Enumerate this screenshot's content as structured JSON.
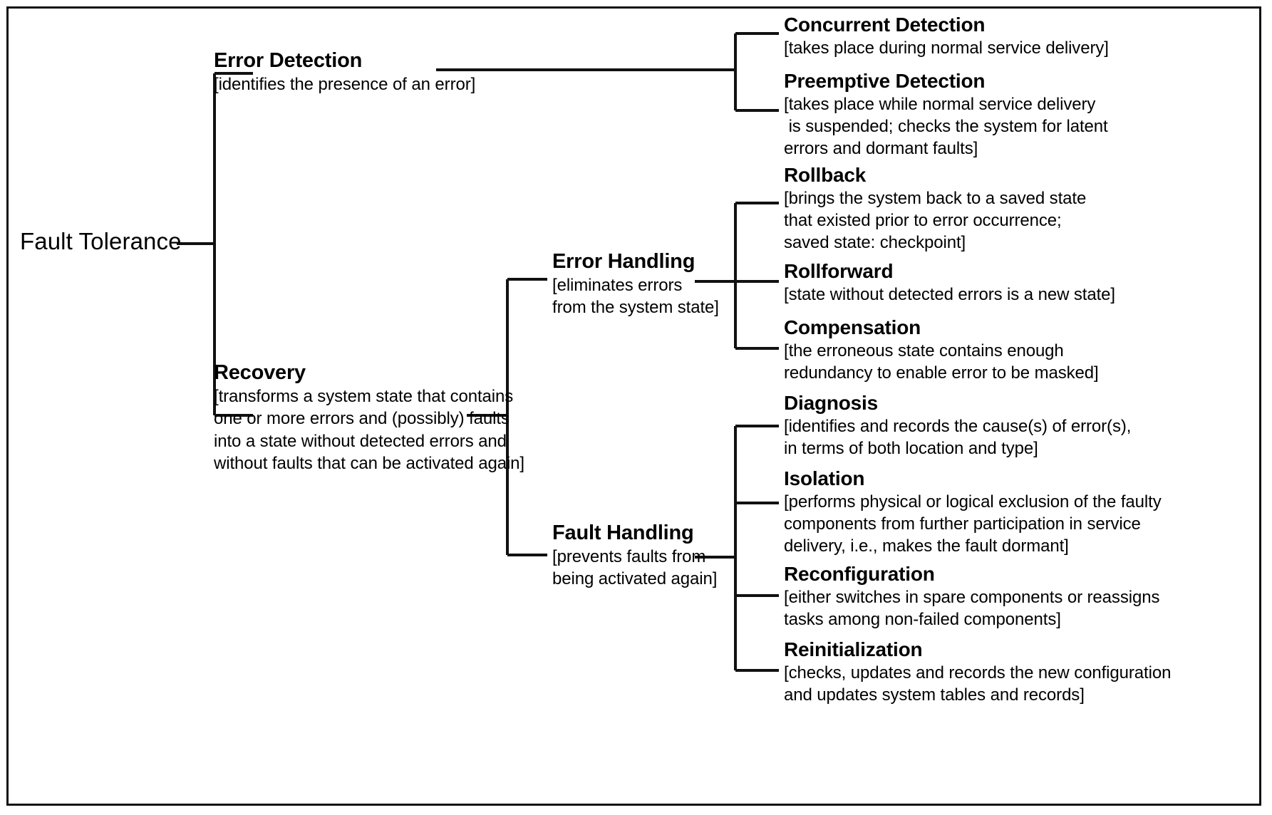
{
  "diagram": {
    "title": "Fault Tolerance",
    "line_color": "#111111",
    "background": "#ffffff",
    "text_color": "#000000"
  },
  "root": {
    "label": "Fault Tolerance"
  },
  "level1": [
    {
      "key": "error_detection",
      "title": "Error Detection",
      "desc": "[identifies the presence of an error]"
    },
    {
      "key": "recovery",
      "title": "Recovery",
      "desc": "[transforms a system state that contains\none or more errors and (possibly) faults\ninto a state without detected errors and\nwithout faults that can be activated again]"
    }
  ],
  "level2": [
    {
      "key": "error_handling",
      "title": "Error Handling",
      "desc": "[eliminates errors\nfrom the system state]"
    },
    {
      "key": "fault_handling",
      "title": "Fault Handling",
      "desc": "[prevents faults from\nbeing activated again]"
    }
  ],
  "leaves": {
    "error_detection": [
      {
        "key": "concurrent_detection",
        "title": "Concurrent Detection",
        "desc": "[takes place during normal service delivery]"
      },
      {
        "key": "preemptive_detection",
        "title": "Preemptive Detection",
        "desc": "[takes place while normal service delivery\n is suspended; checks the system for latent\nerrors and dormant faults]"
      }
    ],
    "error_handling": [
      {
        "key": "rollback",
        "title": "Rollback",
        "desc": "[brings the system back to a saved state\nthat existed prior to error occurrence;\nsaved state: checkpoint]"
      },
      {
        "key": "rollforward",
        "title": "Rollforward",
        "desc": "[state without detected errors is a new state]"
      },
      {
        "key": "compensation",
        "title": "Compensation",
        "desc": "[the erroneous state contains enough\nredundancy to enable error to be masked]"
      }
    ],
    "fault_handling": [
      {
        "key": "diagnosis",
        "title": "Diagnosis",
        "desc": "[identifies and records the cause(s) of error(s),\nin terms of both location and type]"
      },
      {
        "key": "isolation",
        "title": "Isolation",
        "desc": "[performs physical or logical exclusion of the faulty\ncomponents from further participation in service\ndelivery, i.e., makes the fault dormant]"
      },
      {
        "key": "reconfiguration",
        "title": "Reconfiguration",
        "desc": "[either switches in spare components or reassigns\ntasks among non-failed components]"
      },
      {
        "key": "reinitialization",
        "title": "Reinitialization",
        "desc": "[checks, updates and records the new configuration\nand updates system tables and records]"
      }
    ]
  }
}
